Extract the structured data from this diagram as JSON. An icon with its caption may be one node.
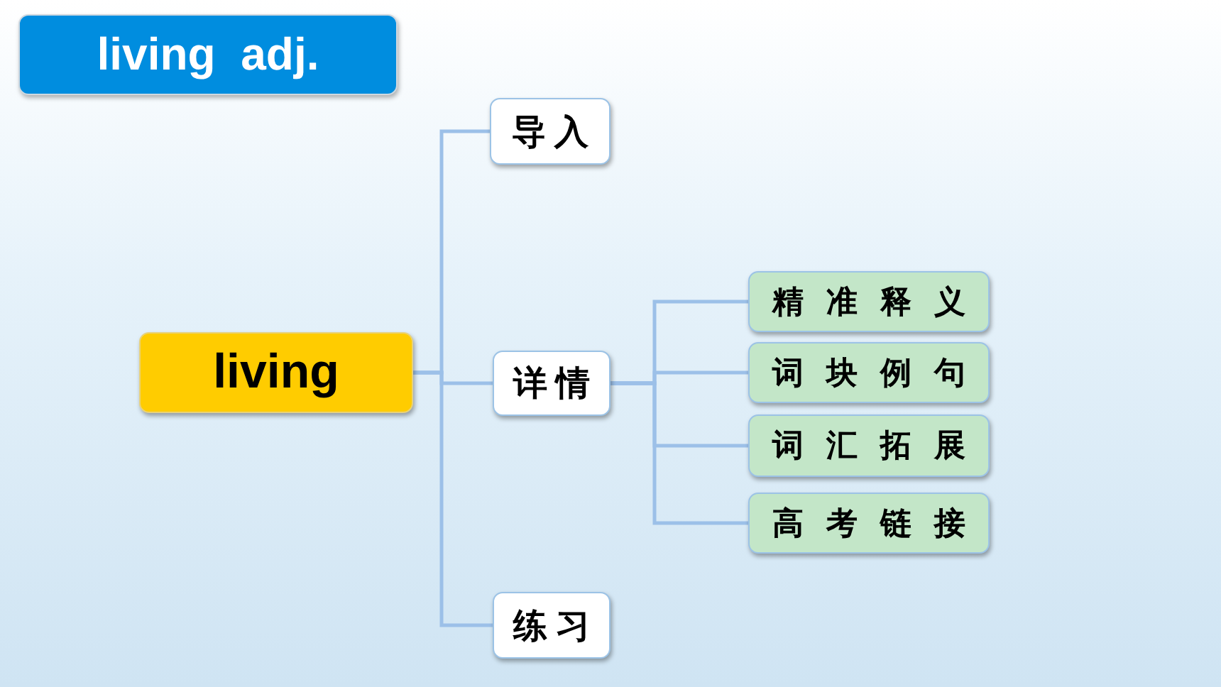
{
  "diagram": {
    "title": "living  adj.",
    "nodes": [
      {
        "text": [
          "living"
        ]
      },
      {
        "text": [
          "导入"
        ]
      },
      {
        "text": [
          "详情"
        ]
      },
      {
        "text": [
          "练习"
        ]
      },
      {
        "text": [
          "精准释义"
        ]
      },
      {
        "text": [
          "词块例句"
        ]
      },
      {
        "text": [
          "词汇拓展"
        ]
      },
      {
        "text": [
          "高考链接"
        ]
      }
    ],
    "edges": [
      {
        "from": 0,
        "to": 1,
        "arrow": "none"
      },
      {
        "from": 0,
        "to": 2,
        "arrow": "none"
      },
      {
        "from": 0,
        "to": 3,
        "arrow": "none"
      },
      {
        "from": 2,
        "to": 4,
        "arrow": "none"
      },
      {
        "from": 2,
        "to": 5,
        "arrow": "none"
      },
      {
        "from": 2,
        "to": 6,
        "arrow": "none"
      },
      {
        "from": 2,
        "to": 7,
        "arrow": "none"
      }
    ]
  }
}
